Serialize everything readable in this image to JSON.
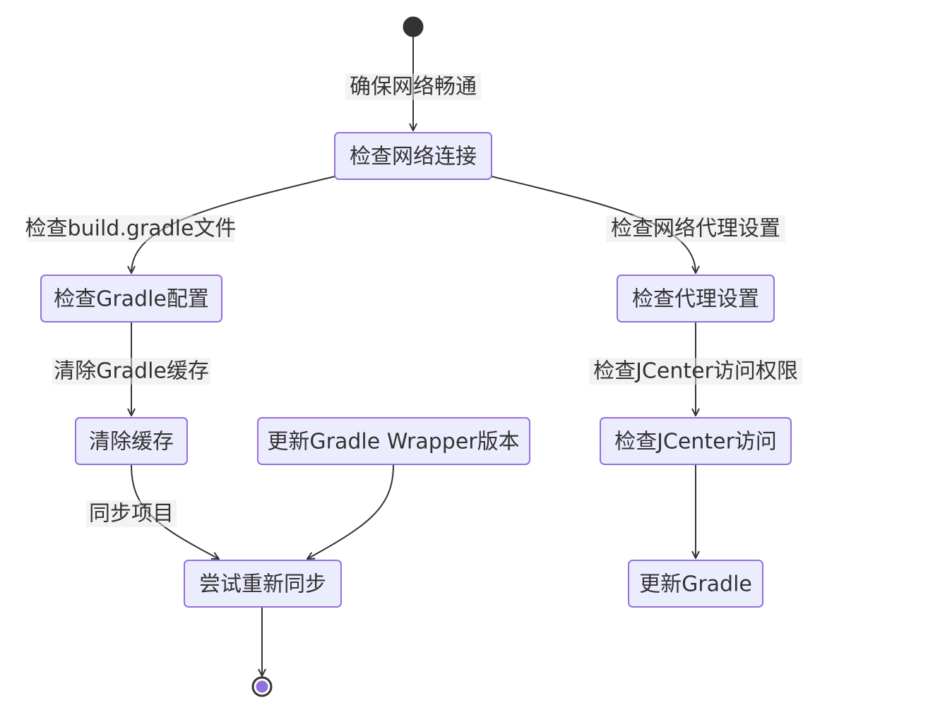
{
  "colors": {
    "node_fill": "#ECECFF",
    "node_border": "#9370DB",
    "edge": "#333333",
    "text": "#333333",
    "edge_label_bg": "#E8E8E8",
    "end_inner": "#9370DB"
  },
  "diagram": {
    "type": "state",
    "states": {
      "check_network": "检查网络连接",
      "check_gradle_config": "检查Gradle配置",
      "check_proxy": "检查代理设置",
      "clear_cache": "清除缓存",
      "update_wrapper": "更新Gradle Wrapper版本",
      "check_jcenter": "检查JCenter访问",
      "retry_sync": "尝试重新同步",
      "update_gradle": "更新Gradle"
    },
    "transitions": {
      "start_to_network": "确保网络畅通",
      "network_to_gradle_config": "检查build.gradle文件",
      "network_to_proxy": "检查网络代理设置",
      "gradle_config_to_clear_cache": "清除Gradle缓存",
      "proxy_to_jcenter": "检查JCenter访问权限",
      "clear_cache_to_retry": "同步项目"
    }
  }
}
